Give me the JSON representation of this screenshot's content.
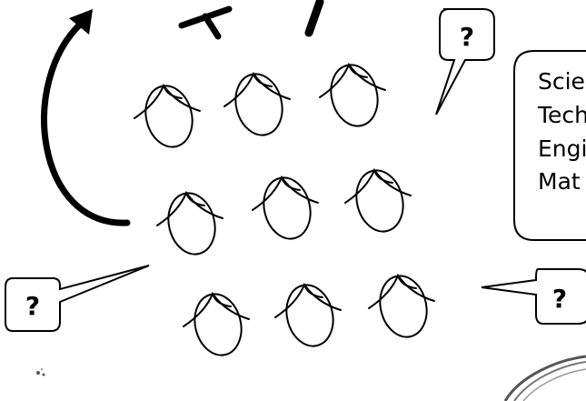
{
  "question_mark": "?",
  "stem_list": [
    "Scien",
    "Tech",
    "Engi",
    "Mat"
  ],
  "faces": [
    {
      "id": "row1-a"
    },
    {
      "id": "row1-b"
    },
    {
      "id": "row1-c"
    },
    {
      "id": "row2-a"
    },
    {
      "id": "row2-b"
    },
    {
      "id": "row2-c"
    },
    {
      "id": "row3-a"
    },
    {
      "id": "row3-b"
    },
    {
      "id": "row3-c"
    }
  ],
  "colors": {
    "ink": "#000000",
    "background": "#ffffff",
    "sketch_gray": "#555555"
  }
}
